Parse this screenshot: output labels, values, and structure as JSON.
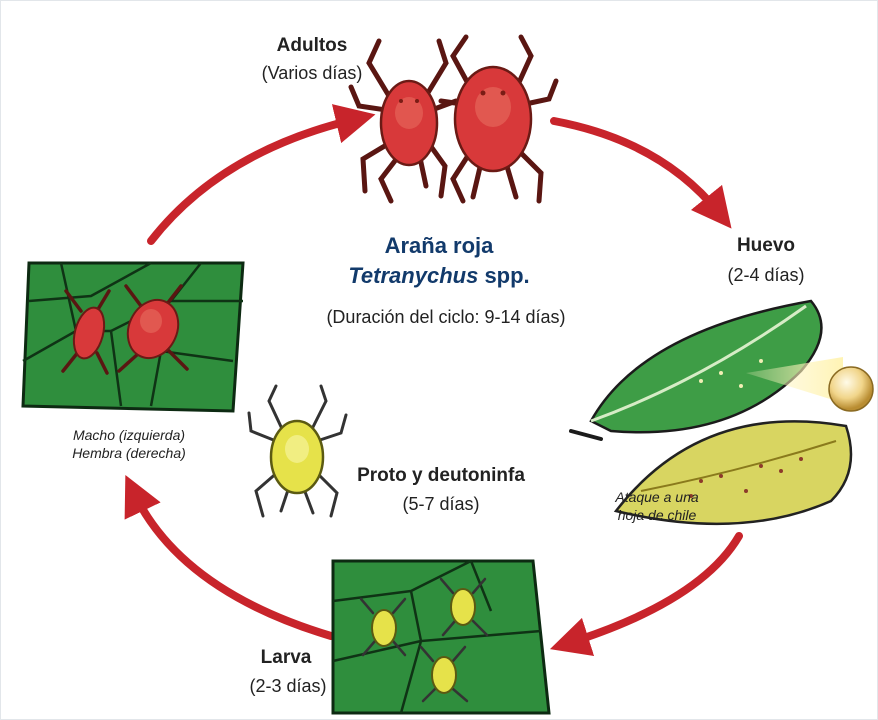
{
  "stages": {
    "adults": {
      "label": "Adultos",
      "duration": "(Varios días)"
    },
    "egg": {
      "label": "Huevo",
      "duration": "(2-4 días)"
    },
    "nymph": {
      "label": "Proto y deutoninfa",
      "duration": "(5-7 días)"
    },
    "larva": {
      "label": "Larva",
      "duration": "(2-3 días)"
    }
  },
  "center": {
    "title": "Araña roja",
    "genus": "Tetranychus",
    "species_suffix": " spp.",
    "cycle": "(Duración del ciclo: 9-14 días)"
  },
  "captions": {
    "sex_line1": "Macho (izquierda)",
    "sex_line2": "Hembra (derecha)",
    "leaf_line1": "Ataque a una",
    "leaf_line2": "hoja de chile"
  },
  "colors": {
    "arrow": "#c8242b",
    "mite_red": "#d8393a",
    "mite_yellow": "#e6e24a",
    "leaf_green": "#3a9a45",
    "title_blue": "#123a6b"
  }
}
